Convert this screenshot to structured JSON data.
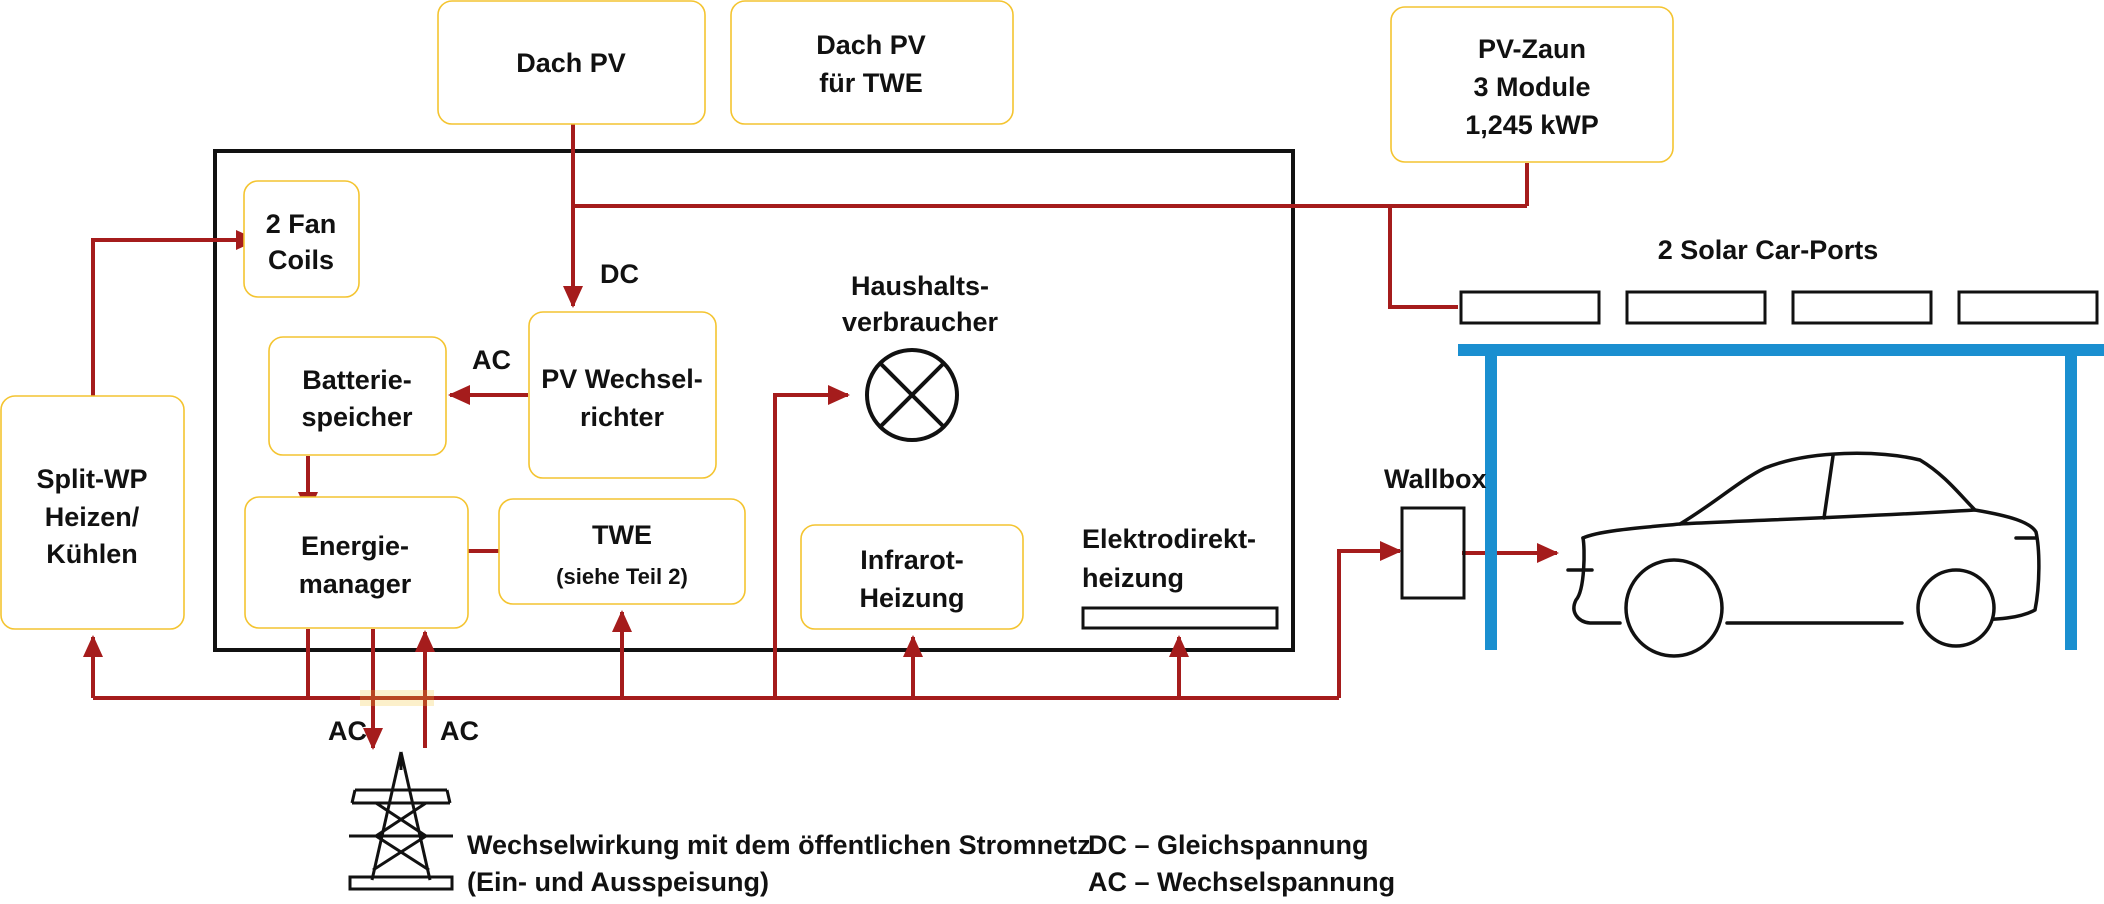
{
  "colors": {
    "wire": "#a51c1c",
    "box_border": "#f4c430",
    "carport": "#1a8fd0",
    "outline": "#111111"
  },
  "boxes": {
    "dach_pv": [
      "Dach PV"
    ],
    "dach_pv_twe": [
      "Dach PV",
      "für TWE"
    ],
    "pv_zaun": [
      "PV-Zaun",
      "3 Module",
      "1,245 kWP"
    ],
    "fan_coils": [
      "2 Fan",
      "Coils"
    ],
    "batteriespeicher": [
      "Batterie-",
      "speicher"
    ],
    "pv_wechselrichter": [
      "PV Wechsel-",
      "richter"
    ],
    "energiemanager": [
      "Energie-",
      "manager"
    ],
    "twe": [
      "TWE",
      "(siehe Teil 2)"
    ],
    "infrarot": [
      "Infrarot-",
      "Heizung"
    ],
    "split_wp": [
      "Split-WP",
      "Heizen/",
      "Kühlen"
    ]
  },
  "labels": {
    "dc": "DC",
    "ac_inverter": "AC",
    "ac_grid_out": "AC",
    "ac_grid_in": "AC",
    "haushalt": [
      "Haushalts-",
      "verbraucher"
    ],
    "elektrodirekt": [
      "Elektrodirekt-",
      "heizung"
    ],
    "carports": "2 Solar Car-Ports",
    "wallbox": "Wallbox",
    "grid": [
      "Wechselwirkung mit dem öffentlichen Stromnetz",
      "(Ein- und Ausspeisung)"
    ]
  },
  "legend": [
    "DC – Gleichspannung",
    "AC – Wechselspannung"
  ],
  "icons": {
    "lamp": "lamp-symbol-icon",
    "pylon": "power-pylon-icon",
    "car": "car-icon",
    "carport": "carport-frame-icon",
    "panel": "solar-panel-icon"
  }
}
